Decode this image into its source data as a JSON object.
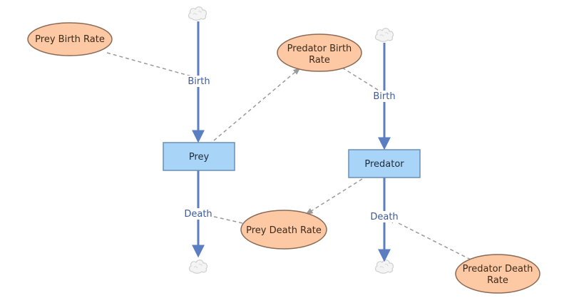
{
  "diagram": {
    "stocks": {
      "prey": "Prey",
      "predator": "Predator"
    },
    "flows": {
      "prey_birth": "Birth",
      "prey_death": "Death",
      "predator_birth": "Birth",
      "predator_death": "Death"
    },
    "variables": {
      "prey_birth_rate": "Prey Birth Rate",
      "predator_birth_rate": [
        "Predator Birth",
        "Rate"
      ],
      "prey_death_rate": "Prey Death Rate",
      "predator_death_rate": [
        "Predator Death",
        "Rate"
      ]
    },
    "colors": {
      "stock_fill": "#a8d4f7",
      "stock_stroke": "#6a8fb5",
      "flow": "#5b7ec2",
      "variable_fill": "#fdc9a5",
      "variable_stroke": "#8a6a55",
      "link": "#9a9a9a",
      "cloud": "#d9d9d9"
    }
  }
}
